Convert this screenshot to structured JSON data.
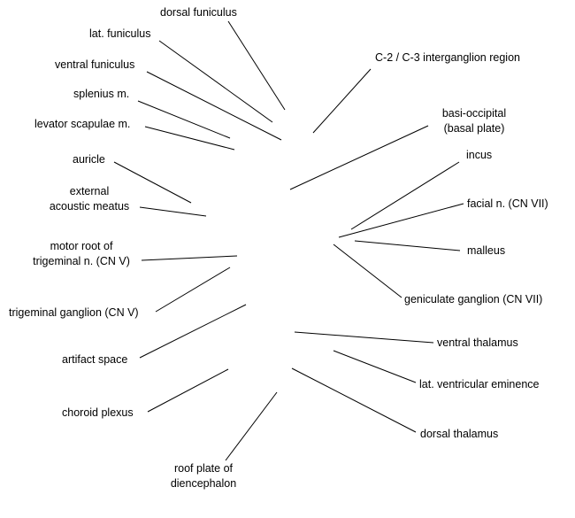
{
  "labels": {
    "dorsal_funiculus": "dorsal funiculus",
    "lat_funiculus": "lat. funiculus",
    "ventral_funiculus": "ventral funiculus",
    "splenius": "splenius m.",
    "levator_scapulae": "levator scapulae m.",
    "auricle": "auricle",
    "external_acoustic_meatus": [
      "external",
      "acoustic meatus"
    ],
    "motor_root_trigeminal": [
      "motor root of",
      "trigeminal n. (CN V)"
    ],
    "trigeminal_ganglion": "trigeminal ganglion (CN V)",
    "artifact_space": "artifact space",
    "choroid_plexus": "choroid plexus",
    "roof_plate_diencephalon": [
      "roof plate of",
      "diencephalon"
    ],
    "c2_c3_intergangion": "C-2 / C-3 interganglion region",
    "basi_occipital": [
      "basi-occipital",
      "(basal plate)"
    ],
    "incus": "incus",
    "facial_n": "facial n. (CN VII)",
    "malleus": "malleus",
    "geniculate_ganglion": "geniculate ganglion (CN VII)",
    "ventral_thalamus": "ventral thalamus",
    "lat_ventricular_eminence": "lat. ventricular eminence",
    "dorsal_thalamus": "dorsal thalamus"
  }
}
